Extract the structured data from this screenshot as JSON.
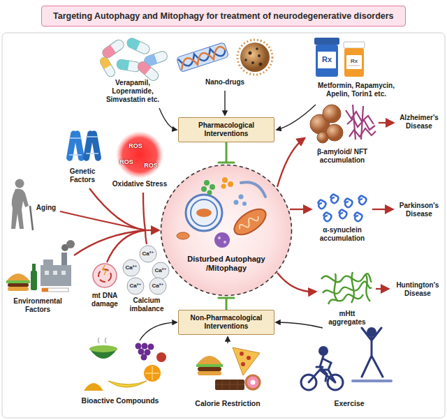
{
  "diagram": {
    "title": "Targeting Autophagy and Mitophagy for treatment of neurodegenerative disorders",
    "nodes": [
      {
        "text": [
          "Pharmacological Interventions"
        ]
      },
      {
        "text": [
          "Disturbed Autophagy /Mitophagy"
        ]
      },
      {
        "text": [
          "Non-Pharmacological Interventions"
        ]
      }
    ],
    "edges": [
      {
        "from": 0,
        "to": 1,
        "arrow": "to"
      },
      {
        "from": 2,
        "to": 1,
        "arrow": "to"
      }
    ],
    "labels": [
      "Verapamil, Loperamide, Simvastatin etc.",
      "Nano-drugs",
      "Rx",
      "Rx",
      "Metformin, Rapamycin, Apelin, Torin1 etc.",
      "Genetic Factors",
      "ROS",
      "ROS",
      "ROS",
      "Oxidative Stress",
      "Aging",
      "Environmental Factors",
      "mt DNA damage",
      "Ca²⁺",
      "Ca²⁺",
      "Ca²⁺",
      "Ca²⁺",
      "Ca²⁺",
      "Calcium imbalance",
      "β-amyloid/ NFT accumulation",
      "Alzheimer's Disease",
      "α-synuclein accumulation",
      "Parkinson's Disease",
      "mHtt aggregates",
      "Huntington's Disease",
      "Bioactive Compounds",
      "Calorie Restriction",
      "Exercise"
    ]
  }
}
